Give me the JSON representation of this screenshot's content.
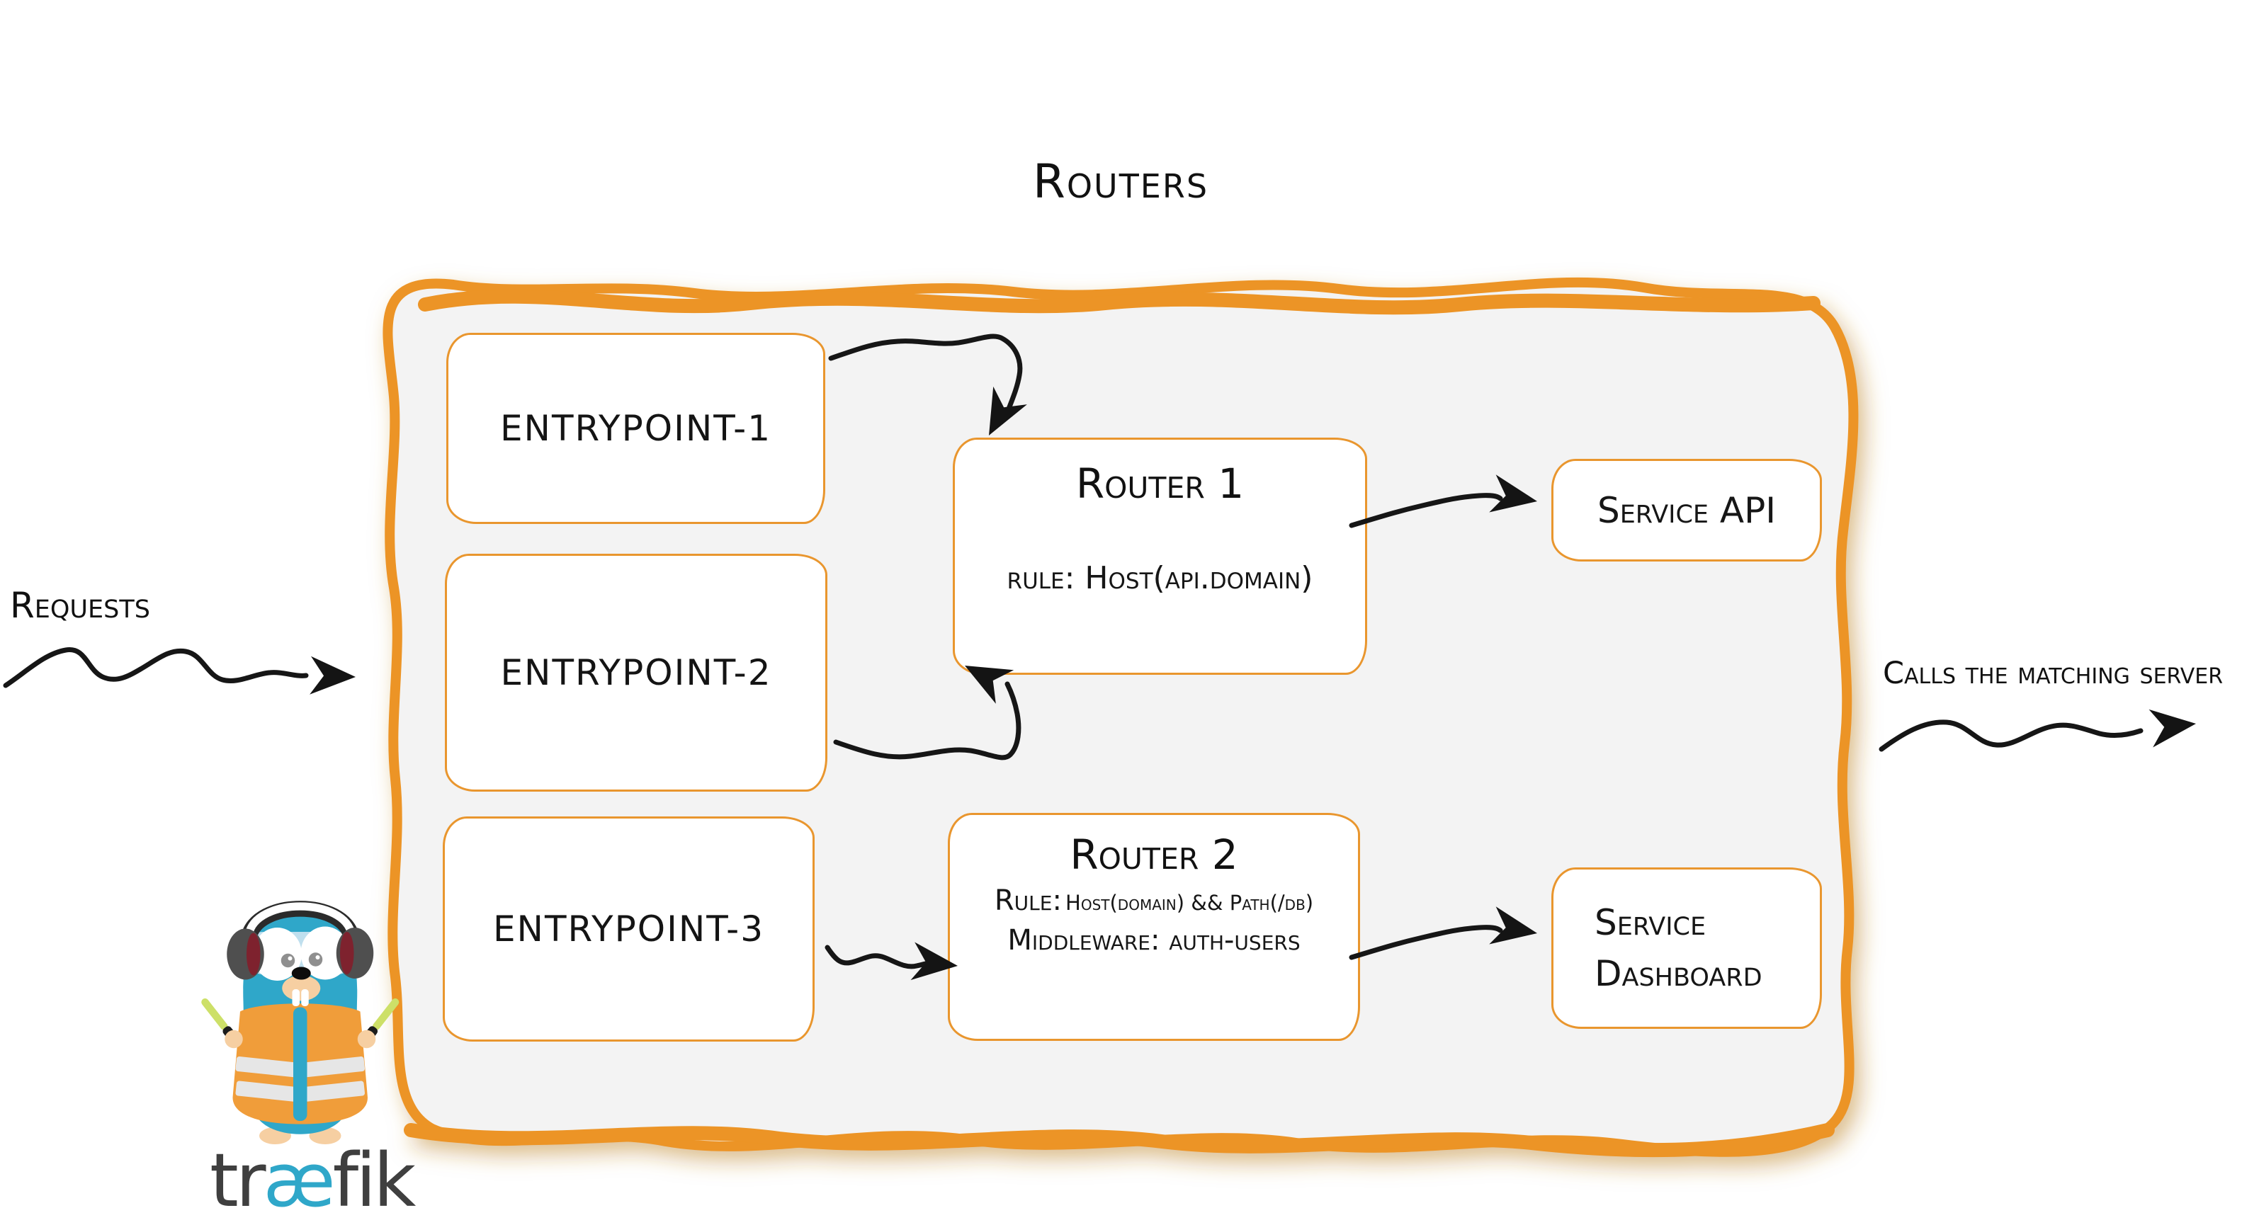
{
  "diagram": {
    "title": "Routers"
  },
  "labels": {
    "requests": "Requests",
    "calls": "Calls the matching server"
  },
  "entrypoints": [
    {
      "label": "entrypoint-1"
    },
    {
      "label": "entrypoint-2"
    },
    {
      "label": "entrypoint-3"
    }
  ],
  "routers": [
    {
      "name": "Router 1",
      "rule": "rule: Host(api.domain)"
    },
    {
      "name": "Router 2",
      "rule_label": "Rule:",
      "rule_value": "Host(domain) && Path(/db)",
      "middleware": "Middleware: auth-users"
    }
  ],
  "services": [
    {
      "label": "Service API"
    },
    {
      "label_line1": "Service",
      "label_line2": "Dashboard"
    }
  ],
  "logo": {
    "wordmark_pre": "tr",
    "wordmark_ae": "æ",
    "wordmark_post": "fik"
  },
  "colors": {
    "accent_orange": "#E9962E",
    "container_fill": "#F3F3F3",
    "ink": "#161616",
    "logo_teal": "#2FA7C9",
    "logo_gray": "#3F3F3F"
  }
}
